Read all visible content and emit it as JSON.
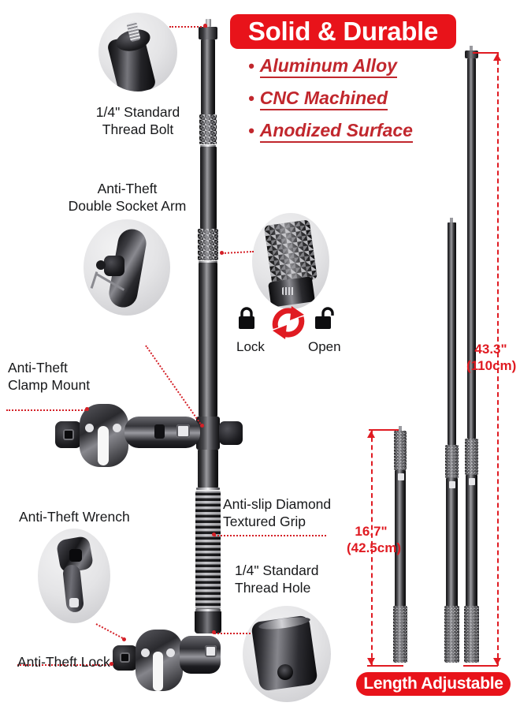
{
  "header": {
    "title": "Solid & Durable",
    "title_bg": "#E8131A",
    "features": [
      {
        "bullet": "•",
        "text": "Aluminum Alloy"
      },
      {
        "bullet": "•",
        "text": "CNC Machined"
      },
      {
        "bullet": "•",
        "text": "Anodized Surface"
      }
    ],
    "feature_color": "#C1272D"
  },
  "callouts": {
    "thread_bolt": "1/4\" Standard\nThread Bolt",
    "double_socket_arm": "Anti-Theft\nDouble Socket Arm",
    "clamp_mount": "Anti-Theft\nClamp Mount",
    "wrench": "Anti-Theft Wrench",
    "lock": "Anti-Theft Lock",
    "diamond_grip": "Anti-slip Diamond\nTextured Grip",
    "thread_hole": "1/4\" Standard\nThread Hole"
  },
  "lock_toggle": {
    "lock_label": "Lock",
    "open_label": "Open",
    "lock_icon": "closed-padlock-icon",
    "open_icon": "open-padlock-icon",
    "rotate_icon": "circular-arrows-icon",
    "arrow_color": "#E01B22"
  },
  "dimensions": {
    "min": {
      "inches": "16.7\"",
      "cm": "(42.5cm)"
    },
    "max": {
      "inches": "43.3\"",
      "cm": "(110cm)"
    },
    "line_color": "#E01B22"
  },
  "footer": {
    "length_adjustable": "Length Adjustable",
    "bg": "#E8131A"
  }
}
